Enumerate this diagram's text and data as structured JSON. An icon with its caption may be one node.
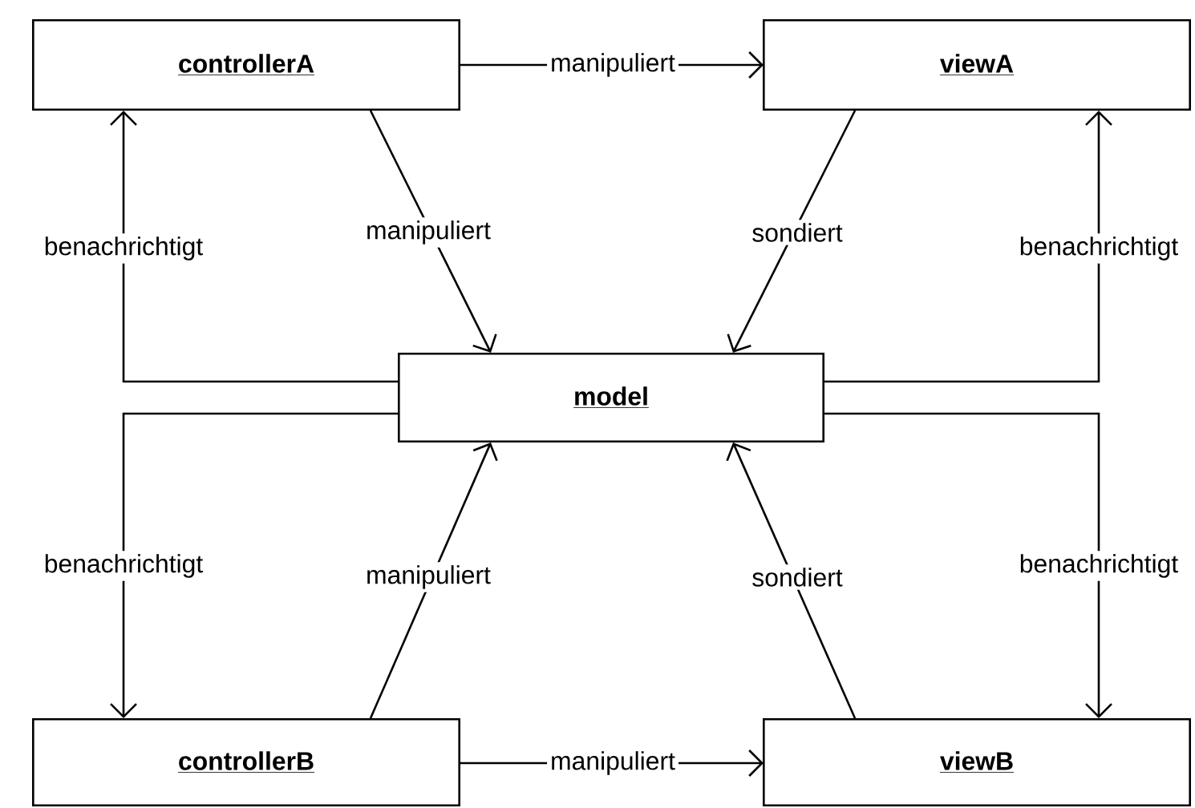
{
  "diagram": {
    "nodes": [
      {
        "text": [
          "controllerA"
        ]
      },
      {
        "text": [
          "viewA"
        ]
      },
      {
        "text": [
          "model"
        ]
      },
      {
        "text": [
          "controllerB"
        ]
      },
      {
        "text": [
          "viewB"
        ]
      }
    ],
    "edges": [
      {
        "from": 0,
        "to": 1,
        "arrow": "to",
        "label": "manipuliert"
      },
      {
        "from": 0,
        "to": 2,
        "arrow": "to",
        "label": "manipuliert"
      },
      {
        "from": 1,
        "to": 2,
        "arrow": "to",
        "label": "sondiert"
      },
      {
        "from": 2,
        "to": 0,
        "arrow": "to",
        "label": "benachrichtigt"
      },
      {
        "from": 2,
        "to": 1,
        "arrow": "to",
        "label": "benachrichtigt"
      },
      {
        "from": 2,
        "to": 3,
        "arrow": "to",
        "label": "benachrichtigt"
      },
      {
        "from": 2,
        "to": 4,
        "arrow": "to",
        "label": "benachrichtigt"
      },
      {
        "from": 3,
        "to": 2,
        "arrow": "to",
        "label": "manipuliert"
      },
      {
        "from": 4,
        "to": 2,
        "arrow": "to",
        "label": "sondiert"
      },
      {
        "from": 3,
        "to": 4,
        "arrow": "to",
        "label": "manipuliert"
      }
    ]
  }
}
